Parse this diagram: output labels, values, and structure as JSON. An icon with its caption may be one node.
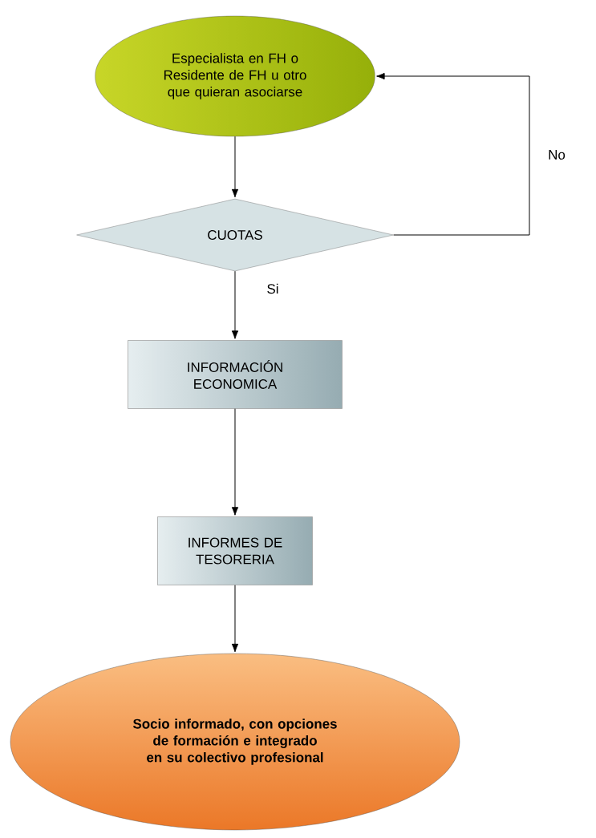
{
  "diagram": {
    "nodes": [
      {
        "text": [
          "Especialista en FH o Residente de FH u otro que quieran asociarse"
        ]
      },
      {
        "text": [
          "CUOTAS"
        ]
      },
      {
        "text": [
          "INFORMACIÓN ECONOMICA"
        ]
      },
      {
        "text": [
          "INFORMES DE TESORERIA"
        ]
      },
      {
        "text": [
          "Socio informado, con opciones de formación e integrado en su colectivo profesional"
        ]
      }
    ],
    "edges": [
      {
        "from": 0,
        "to": 1,
        "arrow": "to"
      },
      {
        "from": 1,
        "to": 2,
        "arrow": "to",
        "label": "Si"
      },
      {
        "from": 2,
        "to": 3,
        "arrow": "to"
      },
      {
        "from": 3,
        "to": 4,
        "arrow": "to"
      },
      {
        "from": 1,
        "to": 0,
        "arrow": "to",
        "label": "No"
      }
    ]
  }
}
